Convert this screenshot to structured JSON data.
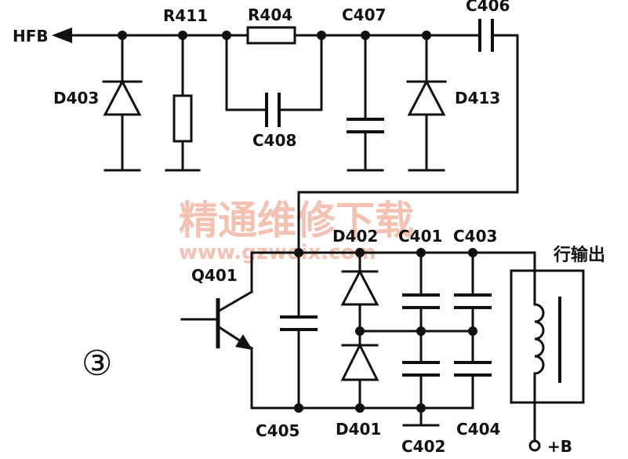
{
  "labels": {
    "hfb": "HFB",
    "r411": "R411",
    "r404": "R404",
    "c407": "C407",
    "c406": "C406",
    "d403": "D403",
    "c408": "C408",
    "d413": "D413",
    "d402": "D402",
    "c401": "C401",
    "c403": "C403",
    "q401": "Q401",
    "c405": "C405",
    "d401": "D401",
    "c402": "C402",
    "c404": "C404",
    "hang_shuchu": "行输出",
    "plus_b": "+B",
    "circle_num": "③"
  },
  "watermark": {
    "cn": "精通维修下载",
    "url": "www.gzweix.com"
  }
}
